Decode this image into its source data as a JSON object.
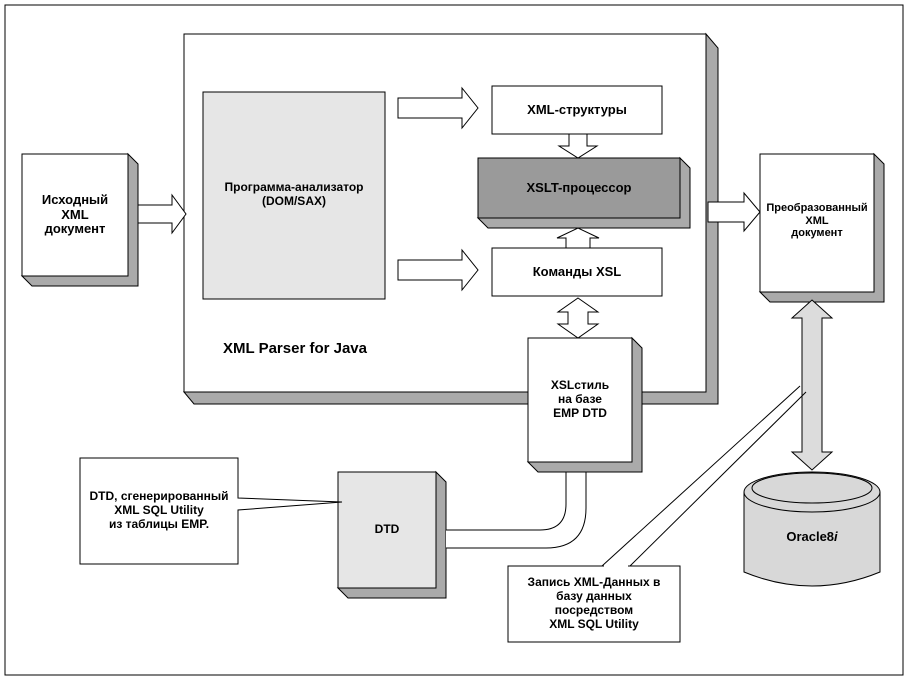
{
  "colors": {
    "box_fill": "#ffffff",
    "shade": "#aaaaaa",
    "analyzer_fill": "#e6e6e6",
    "processor_fill": "#9a9a9a",
    "dtd_fill": "#e6e6e6",
    "db_fill": "#d8d8d8",
    "arrow_fill": "#ffffff",
    "arrow_gray": "#dcdcdc",
    "stroke": "#000000"
  },
  "labels": {
    "source_doc": "Исходный\nXML\nдокумент",
    "parser_program": "Программа-анализатор\n(DOM/SAX)",
    "xml_structures": "XML-структуры",
    "xslt_processor": "XSLT-процессор",
    "xsl_commands": "Команды XSL",
    "parser_title": "XML Parser for Java",
    "result_doc": "Преобразованный\nXML\nдокумент",
    "xsl_style": "XSLстиль\nна базе\nEMP DTD",
    "dtd": "DTD",
    "dtd_callout": "DTD, сгенерированный\nXML SQL Utility\nиз таблицы EMP.",
    "write_callout": "Запись XML-Данных в\nбазу данных\nпосредством\nXML SQL Utility",
    "database_name": "Oracle8",
    "database_suffix": "i"
  }
}
